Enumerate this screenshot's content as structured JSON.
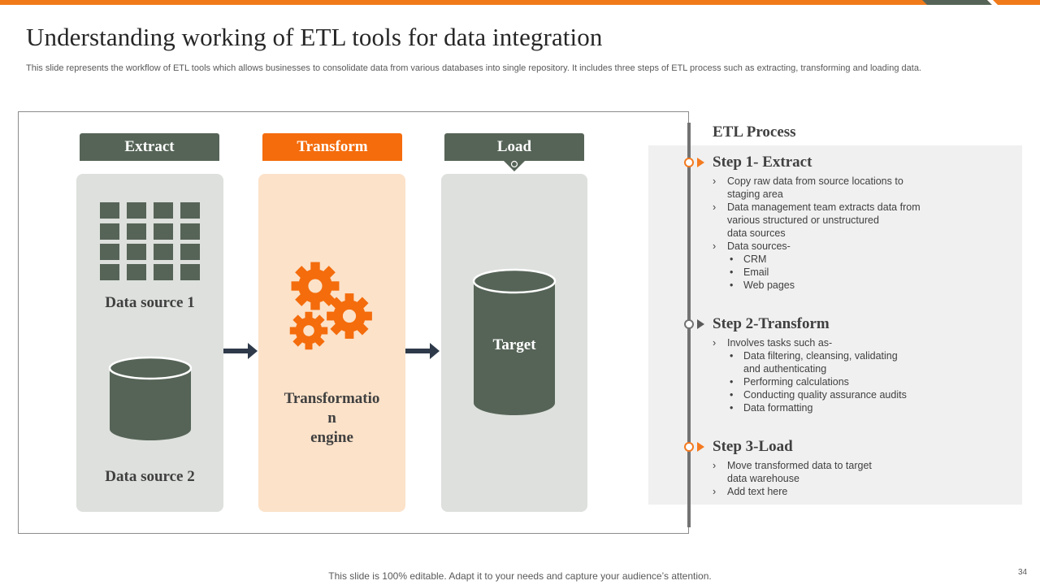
{
  "slide": {
    "title": "Understanding working of ETL tools for data integration",
    "subtitle": "This slide represents the workflow of ETL tools which allows businesses to consolidate data from various databases into single repository. It includes three steps of ETL process such as extracting, transforming and loading data.",
    "footer": "This slide is 100% editable. Adapt it to your needs and capture your audience’s attention.",
    "page_number": "34"
  },
  "colors": {
    "accent": "#f07a1a",
    "dark_green": "#566457",
    "peach": "#fce2c9",
    "light_gray": "#dde0dc"
  },
  "diagram": {
    "extract": {
      "header": "Extract",
      "source1": "Data source 1",
      "source2": "Data source 2"
    },
    "transform": {
      "header": "Transform",
      "engine_line1": "Transformatio",
      "engine_line2": "n",
      "engine_line3": "engine"
    },
    "load": {
      "header": "Load",
      "target": "Target"
    },
    "icons": [
      "grid-icon",
      "database-icon",
      "gears-icon",
      "arrow-right-icon"
    ]
  },
  "process": {
    "title": "ETL Process",
    "step1": {
      "title": "Step 1- Extract",
      "b1_l1": "Copy raw data from source locations to",
      "b1_l2": "staging area",
      "b2_l1": "Data management  team extracts data from",
      "b2_l2": "various structured or unstructured",
      "b2_l3": "data sources",
      "b3": "Data sources-",
      "s1": "CRM",
      "s2": "Email",
      "s3": "Web pages"
    },
    "step2": {
      "title": "Step 2-Transform",
      "b1": "Involves  tasks such as-",
      "s1_l1": "Data filtering, cleansing, validating",
      "s1_l2": "and authenticating",
      "s2": "Performing  calculations",
      "s3": "Conducting quality assurance audits",
      "s4": "Data formatting"
    },
    "step3": {
      "title": "Step 3-Load",
      "b1_l1": "Move transformed  data to target",
      "b1_l2": "data warehouse",
      "b2": "Add text here"
    }
  }
}
